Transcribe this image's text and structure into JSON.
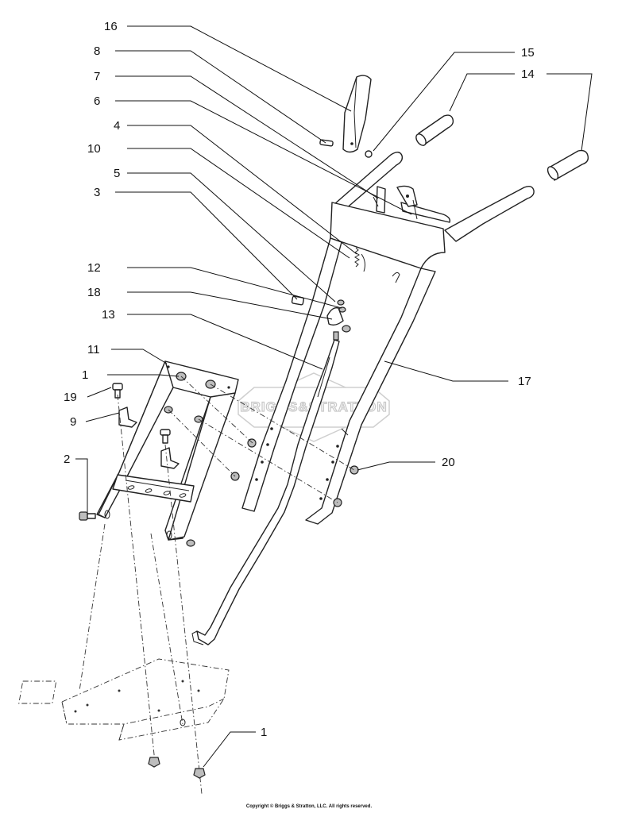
{
  "callouts": [
    {
      "id": "16",
      "label": "16"
    },
    {
      "id": "8",
      "label": "8"
    },
    {
      "id": "7",
      "label": "7"
    },
    {
      "id": "6",
      "label": "6"
    },
    {
      "id": "4",
      "label": "4"
    },
    {
      "id": "10",
      "label": "10"
    },
    {
      "id": "5",
      "label": "5"
    },
    {
      "id": "3",
      "label": "3"
    },
    {
      "id": "12",
      "label": "12"
    },
    {
      "id": "18",
      "label": "18"
    },
    {
      "id": "13",
      "label": "13"
    },
    {
      "id": "11",
      "label": "11"
    },
    {
      "id": "1a",
      "label": "1"
    },
    {
      "id": "19",
      "label": "19"
    },
    {
      "id": "9",
      "label": "9"
    },
    {
      "id": "2",
      "label": "2"
    },
    {
      "id": "15",
      "label": "15"
    },
    {
      "id": "14",
      "label": "14"
    },
    {
      "id": "17",
      "label": "17"
    },
    {
      "id": "20",
      "label": "20"
    },
    {
      "id": "1b",
      "label": "1"
    }
  ],
  "watermark": "BRIGGS&STRATTON",
  "copyright": "Copyright © Briggs & Stratton, LLC. All rights reserved."
}
